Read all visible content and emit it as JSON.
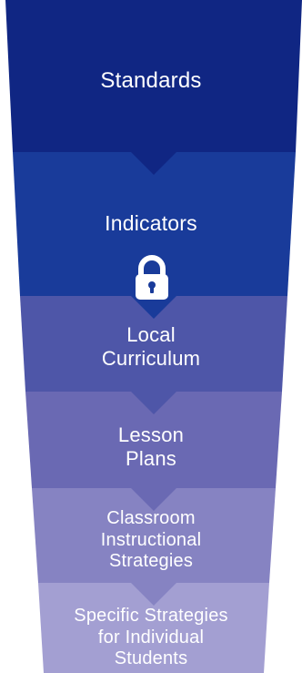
{
  "funnel": {
    "levels": [
      {
        "label": "Standards",
        "color": "#102683"
      },
      {
        "label": "Indicators",
        "color": "#193b9a"
      },
      {
        "label": "Local\nCurriculum",
        "color": "#4e56a8"
      },
      {
        "label": "Lesson\nPlans",
        "color": "#6a69b3"
      },
      {
        "label": "Classroom\nInstructional\nStrategies",
        "color": "#8683c2"
      },
      {
        "label": "Specific Strategies\nfor Individual\nStudents",
        "color": "#a39fd2"
      }
    ],
    "lock_icon": "padlock-icon",
    "lock_color": "#ffffff"
  }
}
